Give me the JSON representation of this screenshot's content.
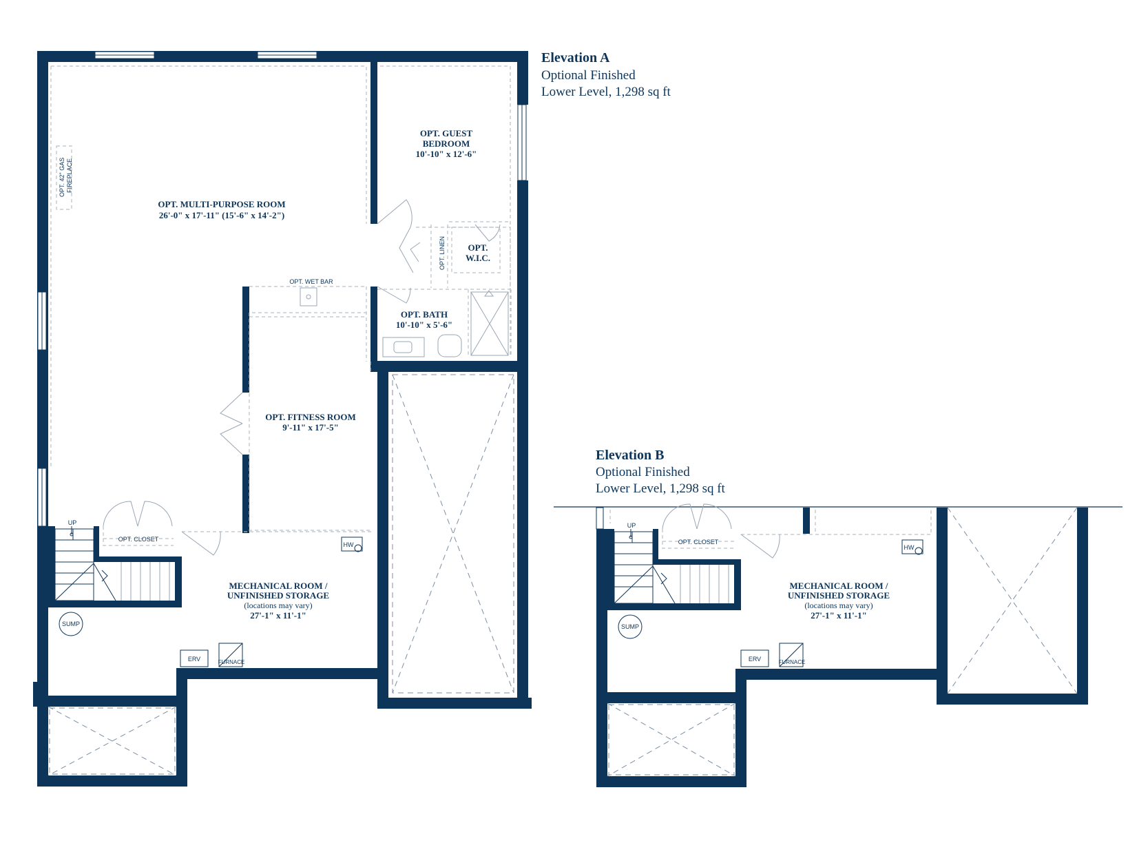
{
  "elevation_a": {
    "title": "Elevation A",
    "line1": "Optional Finished",
    "line2": "Lower Level, 1,298 sq ft"
  },
  "elevation_b": {
    "title": "Elevation B",
    "line1": "Optional Finished",
    "line2": "Lower Level, 1,298 sq ft"
  },
  "rooms": {
    "guest_bedroom": {
      "name1": "OPT. GUEST",
      "name2": "BEDROOM",
      "dims": "10'-10\" x 12'-6\""
    },
    "multi_purpose": {
      "name": "OPT. MULTI-PURPOSE ROOM",
      "dims": "26'-0\" x 17'-11\" (15'-6\" x 14'-2\")"
    },
    "fireplace": {
      "line1": "OPT. 42\" GAS",
      "line2": "FIREPLACE"
    },
    "linen": "OPT. LINEN",
    "wic": {
      "line1": "OPT.",
      "line2": "W.I.C."
    },
    "wet_bar": "OPT. WET BAR",
    "bath": {
      "name": "OPT. BATH",
      "dims": "10'-10\" x 5'-6\""
    },
    "fitness": {
      "name": "OPT. FITNESS ROOM",
      "dims": "9'-11\" x 17'-5\""
    },
    "closet": "OPT. CLOSET",
    "stairs_up": "UP",
    "hw": "HW",
    "mechanical": {
      "line1": "MECHANICAL ROOM /",
      "line2": "UNFINISHED STORAGE",
      "line3": "(locations may vary)",
      "dims": "27'-1\" x 11'-1\""
    },
    "sump": "SUMP",
    "erv": "ERV",
    "furnace": "FURNACE"
  },
  "rooms_b": {
    "stairs_up": "UP",
    "closet": "OPT. CLOSET",
    "hw": "HW",
    "mechanical": {
      "line1": "MECHANICAL ROOM /",
      "line2": "UNFINISHED STORAGE",
      "line3": "(locations may vary)",
      "dims": "27'-1\" x 11'-1\""
    },
    "sump": "SUMP",
    "erv": "ERV",
    "furnace": "FURNACE"
  },
  "colors": {
    "wall": "#0d3559",
    "dashed": "#b9c0c9",
    "background": "#ffffff"
  }
}
